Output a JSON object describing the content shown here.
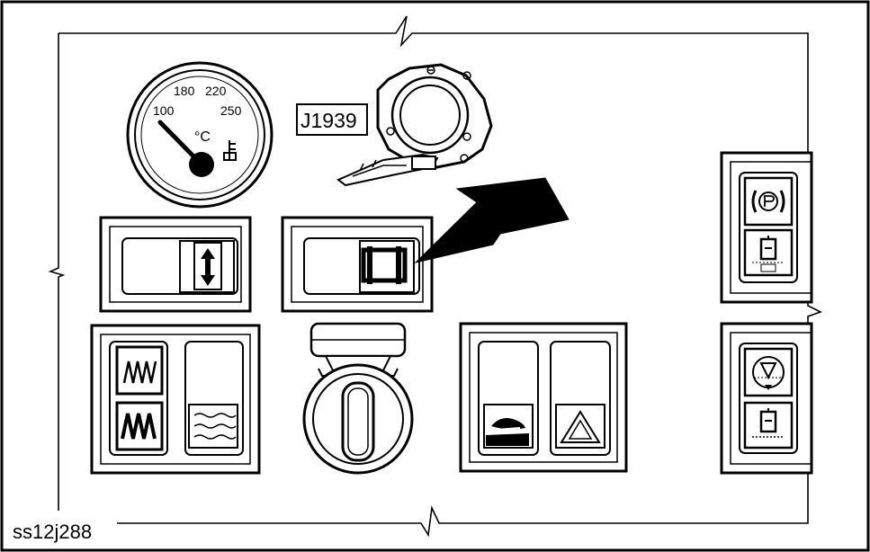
{
  "labels": {
    "connector": "J1939",
    "figure_id": "ss12j288",
    "gauge_unit": "°C",
    "gauge_ticks": [
      "100",
      "180",
      "220",
      "250"
    ]
  },
  "icons": {
    "gauge_symbol": "coolant-temperature-icon",
    "switch1": "up-down-arrow-icon",
    "switch2": "window-frame-icon",
    "heater_upper": "heater-coil-icon",
    "heater_lower": "heater-coil-icon",
    "blower": "air-flow-icon",
    "mode": "road-condition-icon",
    "hazard": "hazard-triangle-icon",
    "park": "parking-brake-icon",
    "ace": "fuel-ace-icon",
    "diff": "differential-lock-icon",
    "fuel": "fuel-icon"
  },
  "gauge": {
    "scale_min": 100,
    "scale_max": 250,
    "needle_value": 100
  },
  "colors": {
    "ink": "#000000",
    "paper": "#ffffff",
    "panel": "#f0f0f0"
  }
}
